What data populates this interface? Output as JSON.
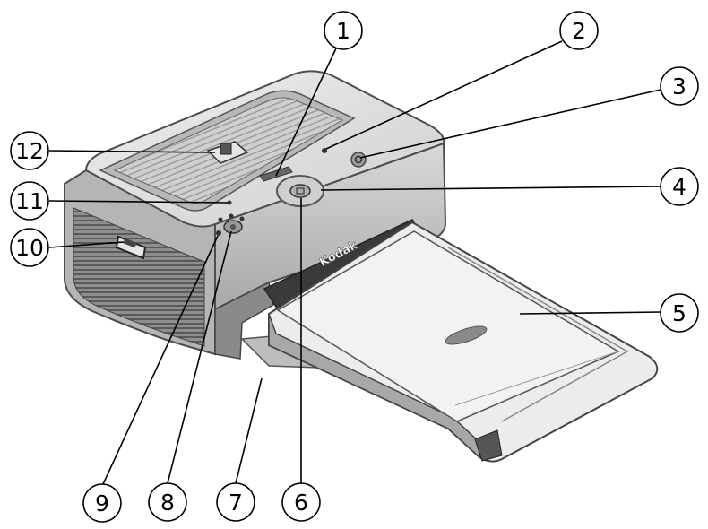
{
  "device": {
    "brand_label": "Kodak",
    "body_color": "#dcdcdc",
    "accent_color": "#6a6a6a"
  },
  "callouts": [
    {
      "number": "1",
      "part": "printer-dock-connector"
    },
    {
      "number": "2",
      "part": "status-light"
    },
    {
      "number": "3",
      "part": "power-button"
    },
    {
      "number": "4",
      "part": "navigation-button"
    },
    {
      "number": "5",
      "part": "paper-tray"
    },
    {
      "number": "6",
      "part": "ok-button"
    },
    {
      "number": "7",
      "part": "paper-path"
    },
    {
      "number": "8",
      "part": "print-button"
    },
    {
      "number": "9",
      "part": "print-light"
    },
    {
      "number": "10",
      "part": "usb-connector"
    },
    {
      "number": "11",
      "part": "camera-connector-light"
    },
    {
      "number": "12",
      "part": "camera-insert"
    }
  ]
}
